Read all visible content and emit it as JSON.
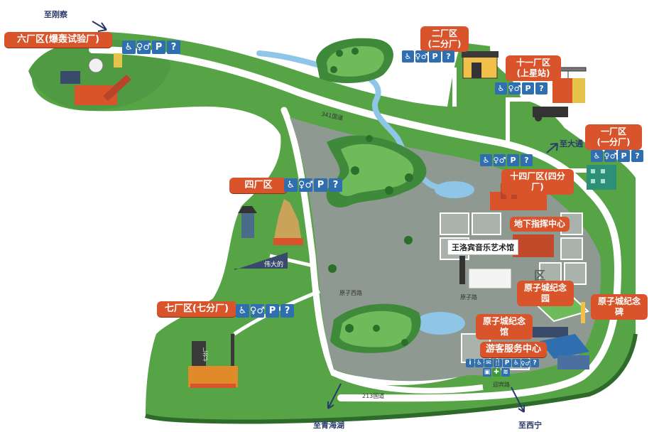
{
  "destinations": {
    "top_left": "至刚察",
    "right": "至大通",
    "bottom_left": "至青海湖",
    "bottom_right": "至西宁"
  },
  "roads": {
    "r341": "341国道",
    "r213": "213国道",
    "small_1": "原子西路",
    "small_2": "原子路",
    "small_3": "迎宾路"
  },
  "areas": {
    "area6": "六厂区(爆轰试验厂)",
    "area2_line1": "二厂区",
    "area2_line2": "(二分厂)",
    "area11_line1": "十一厂区",
    "area11_line2": "(上星站)",
    "area1_line1": "一厂区",
    "area1_line2": "(一分厂)",
    "area14": "十四厂区(四分厂)",
    "area4": "四厂区",
    "area7": "七厂区(七分厂)"
  },
  "sites": {
    "command": "地下指挥中心",
    "music": "王洛宾音乐艺术馆",
    "district": "区",
    "park": "原子城纪念园",
    "memorial": "原子城纪念馆",
    "monument": "原子城纪念碑",
    "visitor": "游客服务中心"
  },
  "building_signs": {
    "wall": "伟大的",
    "b7": "七分厂"
  },
  "icons": {
    "set4": [
      "accessible-icon",
      "toilet-icon",
      "parking-icon",
      "info-icon"
    ],
    "parking_letter": "P",
    "info_letter": "?",
    "toilet_glyph": "♀♂",
    "wheel_glyph": "♿",
    "visitor_set": [
      "i",
      "♿",
      "✉",
      "🍴",
      "P",
      "♿",
      "♀♂",
      "?",
      "▣",
      "✚",
      "≋"
    ]
  },
  "colors": {
    "green": "#57a447",
    "grass_dark": "#3f8a3a",
    "road_white": "#ffffff",
    "inner_gray": "#8e9a91",
    "water": "#8fc6e8",
    "tag_orange": "#d9542b",
    "icon_blue": "#2f6fb0"
  }
}
